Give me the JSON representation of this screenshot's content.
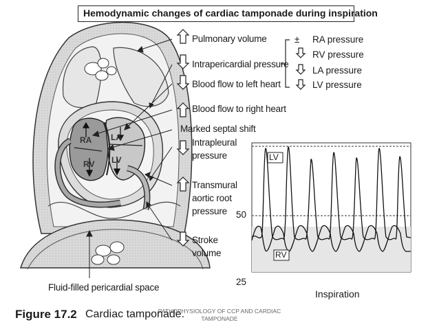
{
  "title": "Hemodynamic changes of cardiac tamponade during inspiration",
  "labels": [
    {
      "id": "pulmonary",
      "text": "Pulmonary volume",
      "dir": "up"
    },
    {
      "id": "intrapericardial",
      "text": "Intrapericardial pressure",
      "dir": "down"
    },
    {
      "id": "left_flow",
      "text": "Blood flow to left heart",
      "dir": "down"
    },
    {
      "id": "right_flow",
      "text": "Blood flow to right heart",
      "dir": "up"
    },
    {
      "id": "septal",
      "text": "Marked septal shift"
    },
    {
      "id": "intrapleural_1",
      "text": "Intrapleural",
      "dir": "down"
    },
    {
      "id": "intrapleural_2",
      "text": "pressure"
    },
    {
      "id": "transmural_1",
      "text": "Transmural",
      "dir": "up"
    },
    {
      "id": "transmural_2",
      "text": "aortic root"
    },
    {
      "id": "transmural_3",
      "text": "pressure"
    },
    {
      "id": "stroke_1",
      "text": "Stroke",
      "dir": "down"
    },
    {
      "id": "stroke_2",
      "text": "volume"
    }
  ],
  "pressures": [
    {
      "prefix": "±",
      "text": "RA pressure"
    },
    {
      "text": "RV pressure",
      "dir": "down"
    },
    {
      "text": "LA pressure",
      "dir": "down"
    },
    {
      "text": "LV pressure",
      "dir": "down"
    }
  ],
  "chambers": {
    "ra": "RA",
    "rv": "RV",
    "la": "LA",
    "lv": "LV"
  },
  "bottom_label": "Fluid-filled pericardial space",
  "waveform": {
    "lv_label": "LV",
    "rv_label": "RV",
    "tick_50": "50",
    "tick_25": "25",
    "xlabel": "Inspiration"
  },
  "figure_number": "Figure 17.2",
  "figure_title": "Cardiac tamponade.",
  "footer": "PATHOPHYSIOLOGY OF CCP AND CARDIAC TAMPONADE"
}
